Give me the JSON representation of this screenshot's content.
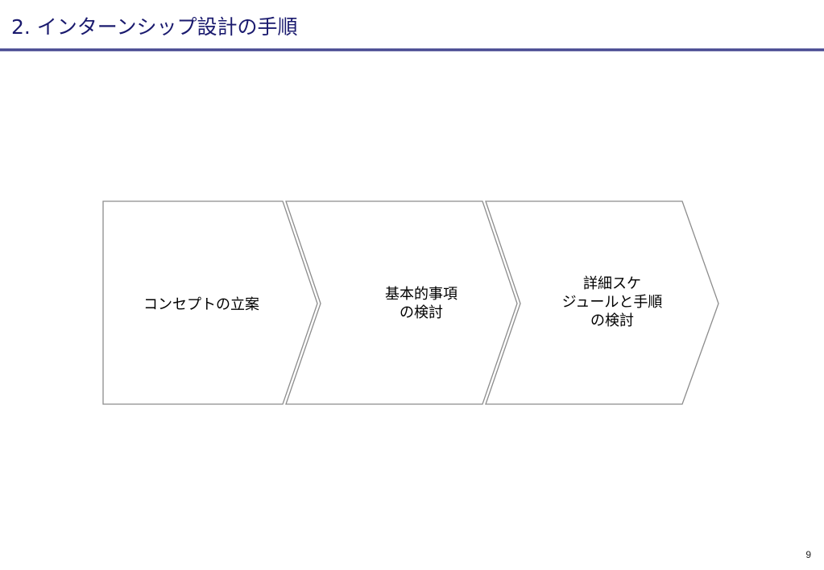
{
  "slide": {
    "title": "2. インターンシップ設計の手順",
    "page_number": "9"
  },
  "process": {
    "steps": [
      {
        "label": "コンセプトの立案"
      },
      {
        "label": "基本的事項\nの検討"
      },
      {
        "label": "詳細スケ\nジュールと手順\nの検討"
      }
    ],
    "colors": {
      "outline": "#8c8c8c",
      "fill": "#ffffff"
    }
  }
}
